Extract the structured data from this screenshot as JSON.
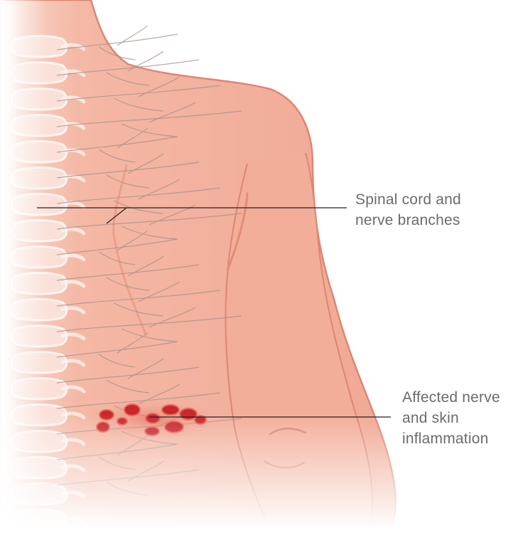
{
  "labels": {
    "spinal": [
      "Spinal cord and",
      "nerve branches"
    ],
    "affected": [
      "Affected nerve",
      "and skin",
      "inflammation"
    ]
  },
  "colors": {
    "skin": "#f4b6a2",
    "skin_shadow": "#e89a86",
    "outline": "#dd8672",
    "bone": "#fbe8e2",
    "nerve": "#9c8a86",
    "rash": "#c9262d",
    "rash_halo": "#e86a5a",
    "leader": "#222222",
    "text": "#6b6b6b"
  },
  "icons": {
    "figure": "upper-back-shoulder-arm-illustration",
    "spine": "spine-vertebrae-icon",
    "rash": "shingles-rash-icon"
  }
}
